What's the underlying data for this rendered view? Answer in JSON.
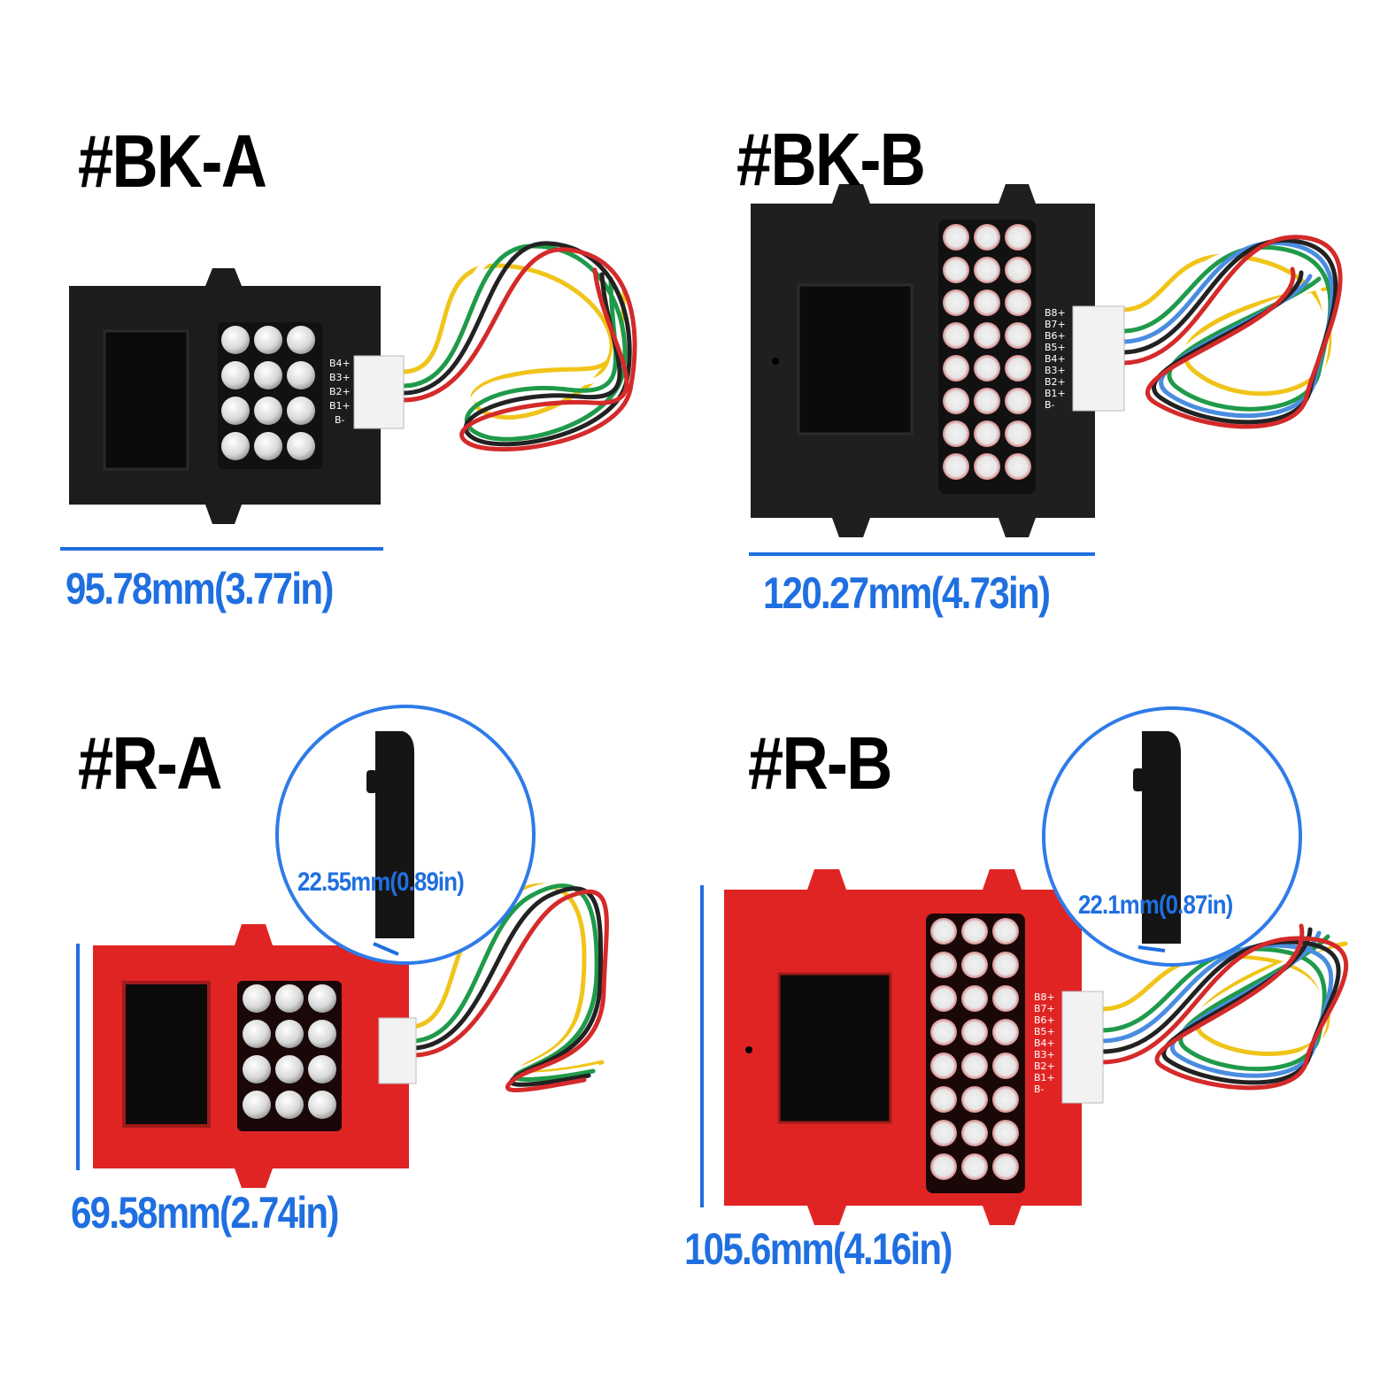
{
  "products": [
    {
      "label": "#BK-A",
      "dimension": "95.78mm(3.77in)",
      "pins": [
        "B4+",
        "B3+",
        "B2+",
        "B1+",
        "B-"
      ]
    },
    {
      "label": "#BK-B",
      "dimension": "120.27mm(4.73in)",
      "pins": [
        "B8+",
        "B7+",
        "B6+",
        "B5+",
        "B4+",
        "B3+",
        "B2+",
        "B1+",
        "B-"
      ]
    },
    {
      "label": "#R-A",
      "dimension": "69.58mm(2.74in)",
      "thickness": "22.55mm(0.89in)"
    },
    {
      "label": "#R-B",
      "dimension": "105.6mm(4.16in)",
      "thickness": "22.1mm(0.87in)",
      "pins": [
        "B8+",
        "B7+",
        "B6+",
        "B5+",
        "B4+",
        "B3+",
        "B2+",
        "B1+",
        "B-"
      ]
    }
  ],
  "colors": {
    "black_case": "#1c1c1c",
    "red_case": "#e02424",
    "dimension_blue": "#1f6fe0"
  }
}
